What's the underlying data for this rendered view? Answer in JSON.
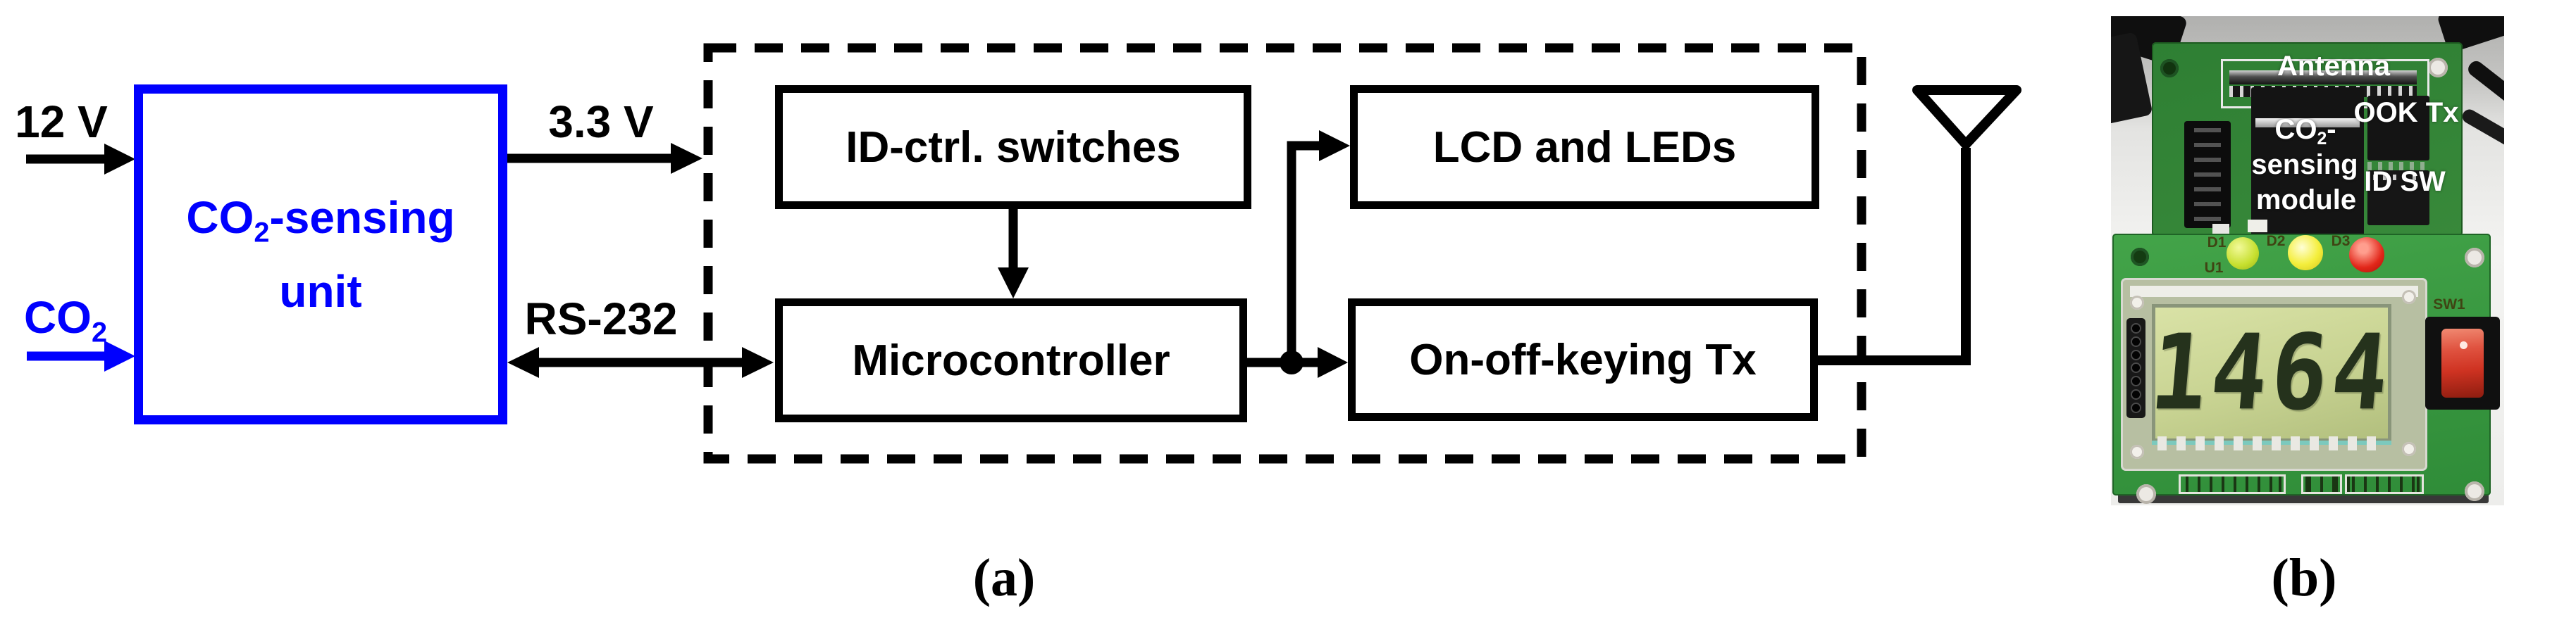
{
  "figure": {
    "captions": {
      "a": "(a)",
      "b": "(b)"
    },
    "colors": {
      "diagram_blue": "#0000fe",
      "diagram_black": "#000000",
      "pcb_green_upper": "#2e7f33",
      "pcb_green_lower": "#43a449",
      "lcd_screen": "#c8d392",
      "led_d1": "#c6df2e",
      "led_d2": "#f4ee3c",
      "led_d3": "#e2271a",
      "switch_red": "#d8402f"
    },
    "diagram": {
      "label_12v": "12 V",
      "label_co2_pre": "CO",
      "label_co2_sub": "2",
      "label_33v": "3.3 V",
      "label_rs232": "RS-232",
      "unit_line1_pre": "CO",
      "unit_line1_sub": "2",
      "unit_line1_post": "-sensing",
      "unit_line2": "unit",
      "block_id_ctrl": "ID-ctrl. switches",
      "block_mcu": "Microcontroller",
      "block_lcd": "LCD and LEDs",
      "block_ook": "On-off-keying Tx"
    },
    "photo": {
      "label_antenna": "Antenna",
      "label_ook": "OOK Tx",
      "label_co2_l1_pre": "CO",
      "label_co2_l1_sub": "2",
      "label_co2_l1_post": "-",
      "label_co2_l2": "sensing",
      "label_co2_l3": "module",
      "label_idsw": "ID SW",
      "label_d1": "D1",
      "label_d2": "D2",
      "label_d3": "D3",
      "label_u1": "U1",
      "label_sw1": "SW1",
      "lcd_value": "1464"
    }
  }
}
